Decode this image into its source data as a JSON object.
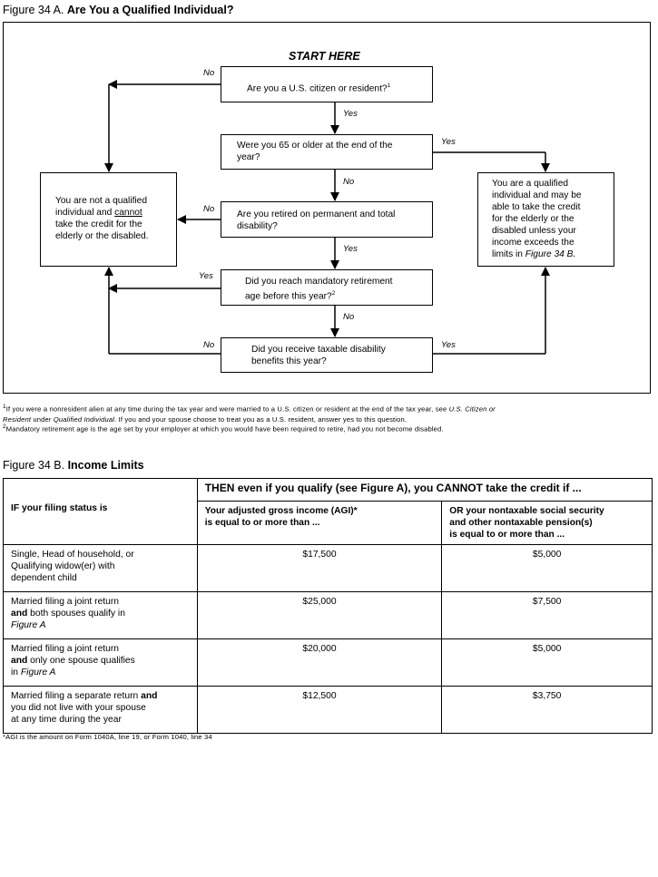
{
  "figure_a": {
    "title_prefix": "Figure 34 A.",
    "title": "Are You a Qualified Individual?",
    "start": "START HERE",
    "q1": "Are you a U.S. citizen or resident?",
    "q1_sup": "1",
    "q2_line1": "Were you 65 or older at the end of the",
    "q2_line2": "year?",
    "q3_line1": "Are you retired on permanent and total",
    "q3_line2": "disability?",
    "q4_line1": "Did you reach mandatory retirement",
    "q4_line2": "age before this year?",
    "q4_sup": "2",
    "q5_line1": "Did you receive taxable disability",
    "q5_line2": "benefits this year?",
    "not_qualified": {
      "line1": "You are not a qualified",
      "line2a": "individual and ",
      "line2b": "cannot",
      "line3": "take the credit for the",
      "line4": "elderly or the disabled."
    },
    "qualified": {
      "line1": "You are a qualified",
      "line2": "individual and may be",
      "line3": "able to take the credit",
      "line4": "for the elderly or the",
      "line5": "disabled unless your",
      "line6": "income exceeds the",
      "line7a": "limits in ",
      "line7b": "Figure 34 B."
    },
    "labels": {
      "yes": "Yes",
      "no": "No"
    },
    "footnote1_a": "If you were a nonresident alien at any time during the tax year and were married to a U.S. citizen or resident at the end of the tax year, see ",
    "footnote1_b": "U.S. Citizen or",
    "footnote1_c": "Resident",
    "footnote1_d": " under ",
    "footnote1_e": "Qualified Individual",
    "footnote1_f": ". If you and your spouse choose to treat you as a U.S. resident, answer yes to this question.",
    "footnote2": "Mandatory retirement age is the age set by your employer at which you would have been required to retire, had you not become disabled."
  },
  "figure_b": {
    "title_prefix": "Figure 34 B.",
    "title": "Income Limits",
    "header_main": "THEN even if you qualify (see Figure A), you CANNOT take the credit if ...",
    "col0": "IF your filing status is",
    "col1_line1": "Your adjusted gross income (AGI)*",
    "col1_line2": "is equal to or more than ...",
    "col2_line1": "OR your nontaxable social security",
    "col2_line2": "and other nontaxable pension(s)",
    "col2_line3": "is equal to or more than ...",
    "rows": [
      {
        "s1": "Single, Head of household, or",
        "s2": "Qualifying widow(er) with",
        "s3": "dependent child",
        "agi": "$17,500",
        "pension": "$5,000"
      },
      {
        "s1": "Married filing a joint return",
        "s2b": "and",
        "s2": " both spouses qualify in",
        "s3": "Figure A",
        "agi": "$25,000",
        "pension": "$7,500"
      },
      {
        "s1": "Married filing a joint return",
        "s2b": "and",
        "s2": " only one spouse qualifies",
        "s3a": "in ",
        "s3": "Figure A",
        "agi": "$20,000",
        "pension": "$5,000"
      },
      {
        "s1a": "Married filing a separate return ",
        "s1b": "and",
        "s2": "you did not live with your spouse",
        "s3": "at any time during the year",
        "agi": "$12,500",
        "pension": "$3,750"
      }
    ],
    "footnote": "*AGI is the amount on Form 1040A, line 19, or Form 1040, line 34"
  }
}
